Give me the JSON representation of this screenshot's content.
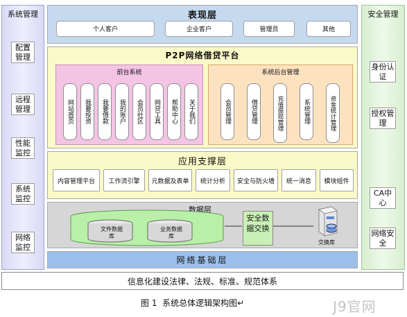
{
  "left_panel": {
    "title": "系统管理",
    "items": [
      "配置管理",
      "远程管理",
      "性能监控",
      "系统监控",
      "网络监控"
    ]
  },
  "right_panel": {
    "title": "安全管理",
    "items": [
      "身份认证",
      "授权管理",
      "CA中心",
      "网络安全"
    ]
  },
  "presentation": {
    "title": "表现层",
    "items": [
      "个人客户",
      "企业客户",
      "管理员",
      "其他"
    ]
  },
  "platform": {
    "title": "P2P网络借贷平台",
    "front": {
      "title": "前台系统",
      "items": [
        "网站首页",
        "我要投资",
        "我要借款",
        "我的账户",
        "会员社区",
        "网贷工具",
        "帮助中心",
        "关于我们"
      ]
    },
    "back": {
      "title": "系统后台管理",
      "items": [
        "会员管理",
        "借贷管理",
        "充值提现管理",
        "系统管理",
        "资金统计管理"
      ]
    }
  },
  "support": {
    "title": "应用支撑层",
    "items": [
      "内容管理平台",
      "工作流引擎",
      "元数据及表单",
      "统计分析",
      "安全与防火墙",
      "统一消息",
      "模块组件"
    ]
  },
  "data_layer": {
    "title": "数据层",
    "db1": "文件数据库",
    "db2": "业务数据库",
    "exchange": "安全数据交换",
    "exchange_db": "交换库"
  },
  "network_layer": {
    "title": "网络基础层"
  },
  "bottom_bar": {
    "text": "信息化建设法律、法规、标准、规范体系"
  },
  "caption": {
    "text": "图 1  系统总体逻辑架构图↵"
  },
  "watermark": {
    "text": "J9官网"
  },
  "colors": {
    "left_panel_bg": "#dcdcf6",
    "right_panel_bg": "#d8f0d0",
    "presentation_bg": "#c5d9ef",
    "platform_bg": "#fafac8",
    "front_bg": "#f4c4e4",
    "back_bg": "#fde2c0",
    "support_bg": "#fafac8",
    "data_bg": "#d6d6d6",
    "cylinder_bg": "#b8f0a8",
    "network_bg": "#9cc0ec"
  }
}
